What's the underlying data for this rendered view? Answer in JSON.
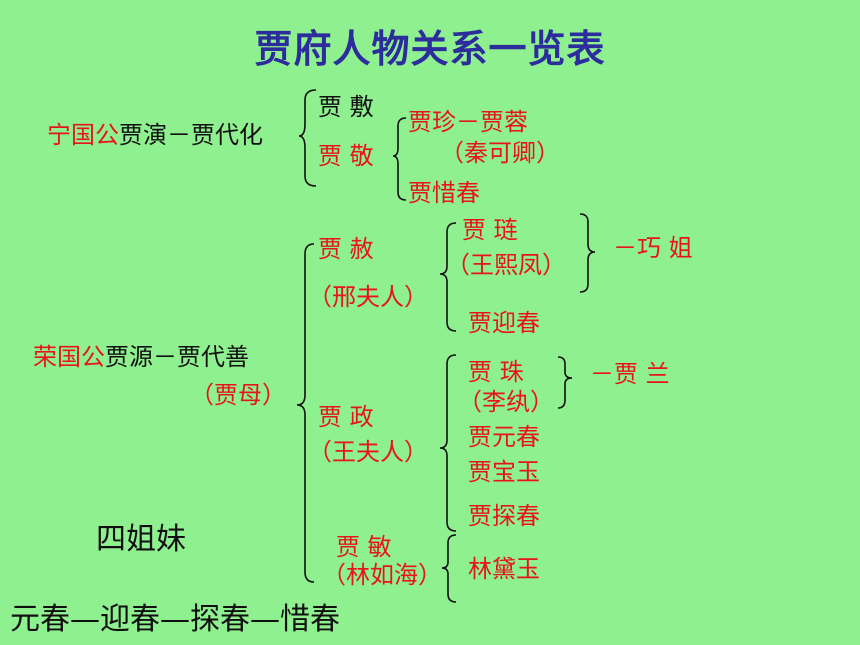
{
  "title": "贾府人物关系一览表",
  "ningguo": {
    "duke": "宁国公",
    "line": "贾演－贾代化",
    "son1": "贾  敷",
    "son2": "贾   敬",
    "grandson": "贾珍－贾蓉",
    "wife": "（秦可卿）",
    "daughter": "贾惜春"
  },
  "rongguo": {
    "duke": "荣国公",
    "line": "贾源－贾代善",
    "wife": "（贾母）",
    "she": {
      "name": "贾   赦",
      "wife": "（邢夫人）",
      "son": "贾    琏",
      "son_wife": "（王熙凤）",
      "grandchild": "－巧 姐",
      "daughter": "贾迎春"
    },
    "zheng": {
      "name": "贾   政",
      "wife": "（王夫人）",
      "son": "贾    珠",
      "son_wife": "（李纨）",
      "grandchild": "－贾  兰",
      "children": [
        "贾元春",
        "贾宝玉",
        "贾探春"
      ]
    },
    "min": {
      "name": "贾   敏",
      "husband": "（林如海）",
      "daughter": "林黛玉"
    }
  },
  "sisters": {
    "label": "四姐妹",
    "list": "元春—迎春—探春—惜春"
  },
  "colors": {
    "background": "#8ff08f",
    "title": "#2c2c9c",
    "red": "#e8141c",
    "black": "#101010"
  }
}
